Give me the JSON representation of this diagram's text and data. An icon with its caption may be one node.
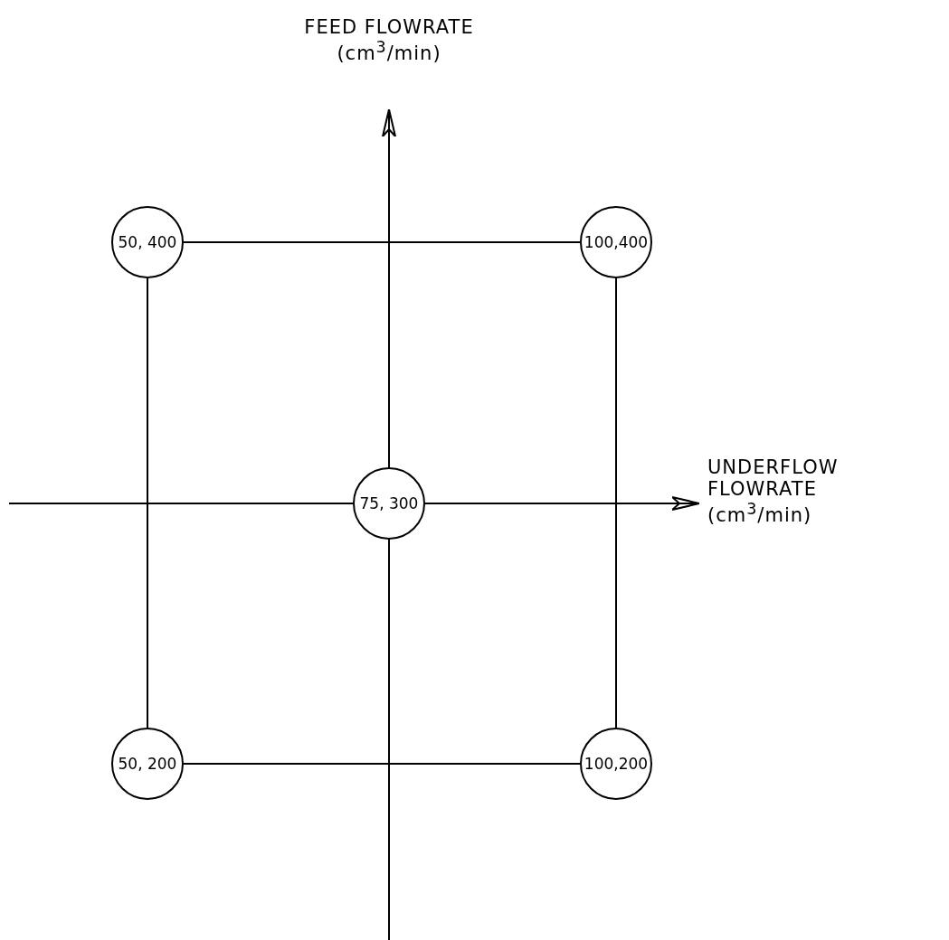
{
  "diagram": {
    "nodes": [
      {
        "text": [
          "50, 400"
        ]
      },
      {
        "text": [
          "100,400"
        ]
      },
      {
        "text": [
          "75, 300"
        ]
      },
      {
        "text": [
          "50, 200"
        ]
      },
      {
        "text": [
          "100,200"
        ]
      }
    ],
    "edges": [
      {
        "from": 0,
        "to": 1,
        "arrow": "none"
      },
      {
        "from": 0,
        "to": 3,
        "arrow": "none"
      },
      {
        "from": 1,
        "to": 4,
        "arrow": "none"
      },
      {
        "from": 3,
        "to": 4,
        "arrow": "none"
      }
    ],
    "labels": [
      "FEED FLOWRATE (cm$^{3}$/min)",
      "UNDERFLOW FLOWRATE (cm$^{3}$/min)"
    ]
  }
}
